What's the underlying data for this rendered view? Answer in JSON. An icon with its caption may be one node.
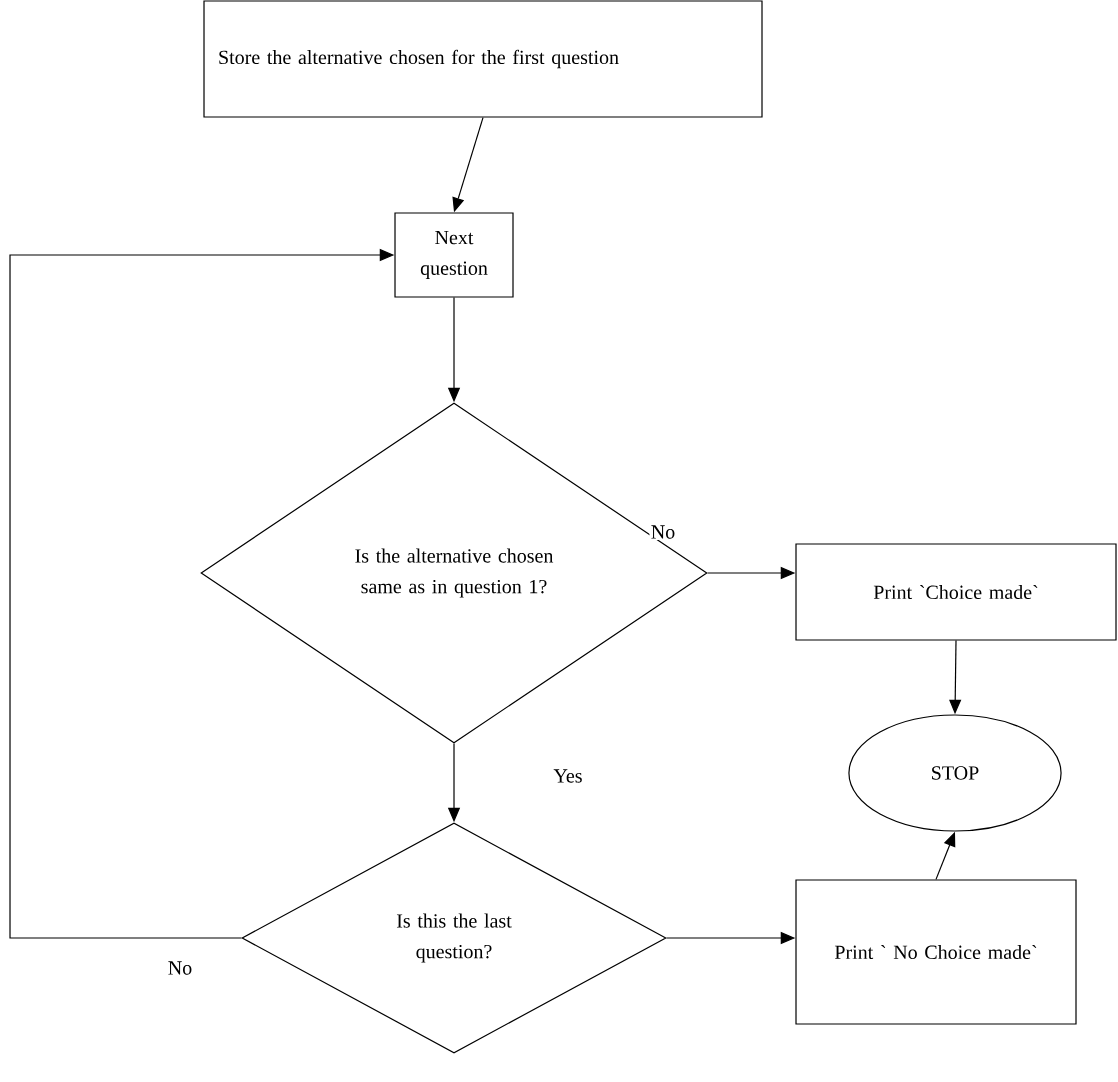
{
  "diagram": {
    "nodes": [
      {
        "text": [
          "Store the alternative chosen for the first question"
        ]
      },
      {
        "text": [
          "Next question"
        ]
      },
      {
        "text": [
          "Is the alternative chosen same as in question 1?"
        ]
      },
      {
        "text": [
          "Print `Choice made`"
        ]
      },
      {
        "text": [
          "STOP"
        ]
      },
      {
        "text": [
          "Is this the last question?"
        ]
      },
      {
        "text": [
          "Print ` No Choice made`"
        ]
      }
    ],
    "edges": [
      {
        "from": 0,
        "to": 1,
        "arrow": "to"
      },
      {
        "from": 1,
        "to": 2,
        "arrow": "to"
      },
      {
        "from": 2,
        "to": 3,
        "arrow": "to",
        "label": "No"
      },
      {
        "from": 2,
        "to": 5,
        "arrow": "to",
        "label": "Yes"
      },
      {
        "from": 3,
        "to": 4,
        "arrow": "to"
      },
      {
        "from": 6,
        "to": 4,
        "arrow": "to"
      },
      {
        "from": 5,
        "to": 6,
        "arrow": "to"
      },
      {
        "from": 5,
        "to": 1,
        "arrow": "to",
        "label": "No"
      }
    ]
  }
}
